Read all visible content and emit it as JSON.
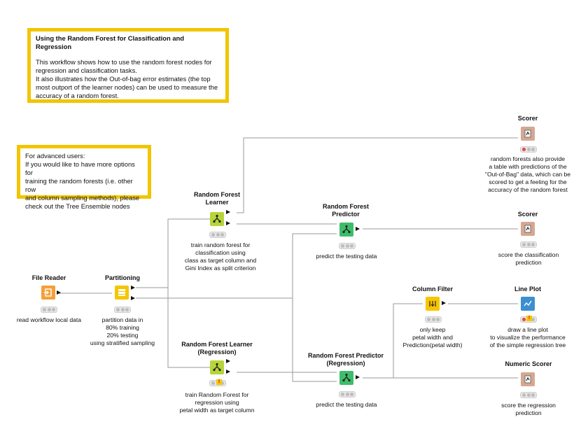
{
  "annotations": {
    "main": {
      "title": "Using the Random Forest for Classification and Regression",
      "body": "This workflow shows how to use the random forest nodes for\nregression and classification tasks.\nIt also illustrates how the Out-of-bag error estimates (the top\nmost outport of the learner nodes) can be used to measure the\naccuracy of a random forest."
    },
    "advanced": {
      "body": "For advanced users:\nIf you would like to have more options for\ntraining the random forests (i.e. other row\nand column sampling methods), please\ncheck out the Tree Ensemble nodes"
    }
  },
  "nodes": {
    "file_reader": {
      "title": "File Reader",
      "desc": "read workflow local data",
      "color": "#f4a03a",
      "icon": "file-reader-icon"
    },
    "partitioning": {
      "title": "Partitioning",
      "desc": "partition data in\n80% training\n20% testing\nusing stratified sampling",
      "color": "#f7c600",
      "icon": "partitioning-icon"
    },
    "rf_learner": {
      "title": "Random Forest\nLearner",
      "desc": "train random forest for\nclassification using\nclass as target column and\nGini Index as split criterion",
      "color": "#b7d43a",
      "icon": "tree-learner-icon"
    },
    "rf_predictor": {
      "title": "Random Forest\nPredictor",
      "desc": "predict the testing data",
      "color": "#3dbd6b",
      "icon": "tree-predictor-icon"
    },
    "scorer_top": {
      "title": "Scorer",
      "desc": "random forests also provide\na table with predictions of the\n\"Out-of-Bag\" data, which can be\nscored to get a feeling for the\naccuracy of the random forest",
      "color": "#d4a892",
      "icon": "scorer-icon"
    },
    "scorer_mid": {
      "title": "Scorer",
      "desc": "score the classification\nprediction",
      "color": "#d4a892",
      "icon": "scorer-icon"
    },
    "rf_learner_reg": {
      "title": "Random Forest Learner\n(Regression)",
      "desc": "train Random Forest for\nregression using\npetal width as target column",
      "color": "#b7d43a",
      "icon": "tree-learner-icon"
    },
    "rf_predictor_reg": {
      "title": "Random Forest Predictor\n(Regression)",
      "desc": "predict the testing data",
      "color": "#3dbd6b",
      "icon": "tree-predictor-icon"
    },
    "column_filter": {
      "title": "Column Filter",
      "desc": "only keep\npetal width and\nPrediction(petal width)",
      "color": "#f7c600",
      "icon": "column-filter-icon"
    },
    "line_plot": {
      "title": "Line Plot",
      "desc": "draw a line plot\nto visualize the performance\nof the simple regression tree",
      "color": "#3c8fd0",
      "icon": "line-plot-icon"
    },
    "numeric_scorer": {
      "title": "Numeric Scorer",
      "desc": "score the regression\nprediction",
      "color": "#d4a892",
      "icon": "numeric-scorer-icon"
    }
  },
  "colors": {
    "annotation_border": "#f2c500",
    "wire": "#9a9a9a",
    "status_red": "#e64545"
  }
}
